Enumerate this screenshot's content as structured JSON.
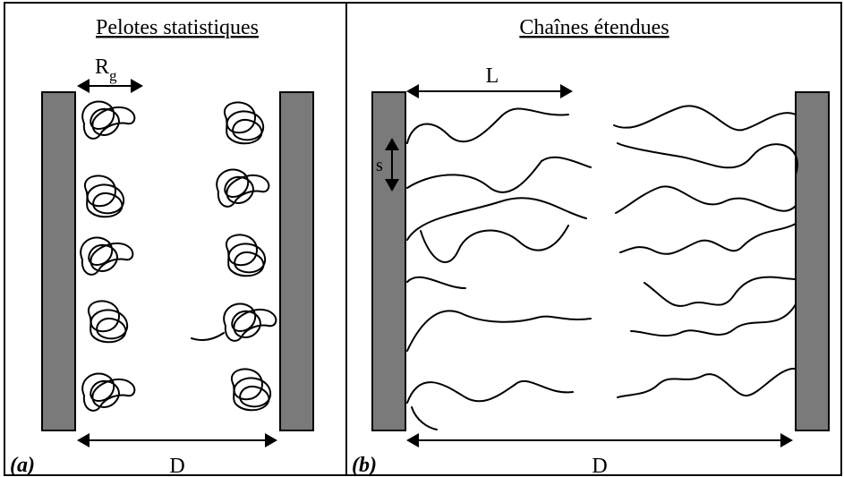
{
  "panels": {
    "left": {
      "title": "Pelotes statistiques",
      "corner_label": "(a)",
      "coil_size_label_main": "R",
      "coil_size_label_sub": "g",
      "gap_label": "D"
    },
    "right": {
      "title": "Chaînes étendues",
      "corner_label": "(b)",
      "chain_length_label": "L",
      "grafting_spacing_label": "s",
      "gap_label": "D"
    }
  },
  "colors": {
    "plate_fill": "#7a7a7a",
    "line": "#000000",
    "background": "#ffffff"
  }
}
